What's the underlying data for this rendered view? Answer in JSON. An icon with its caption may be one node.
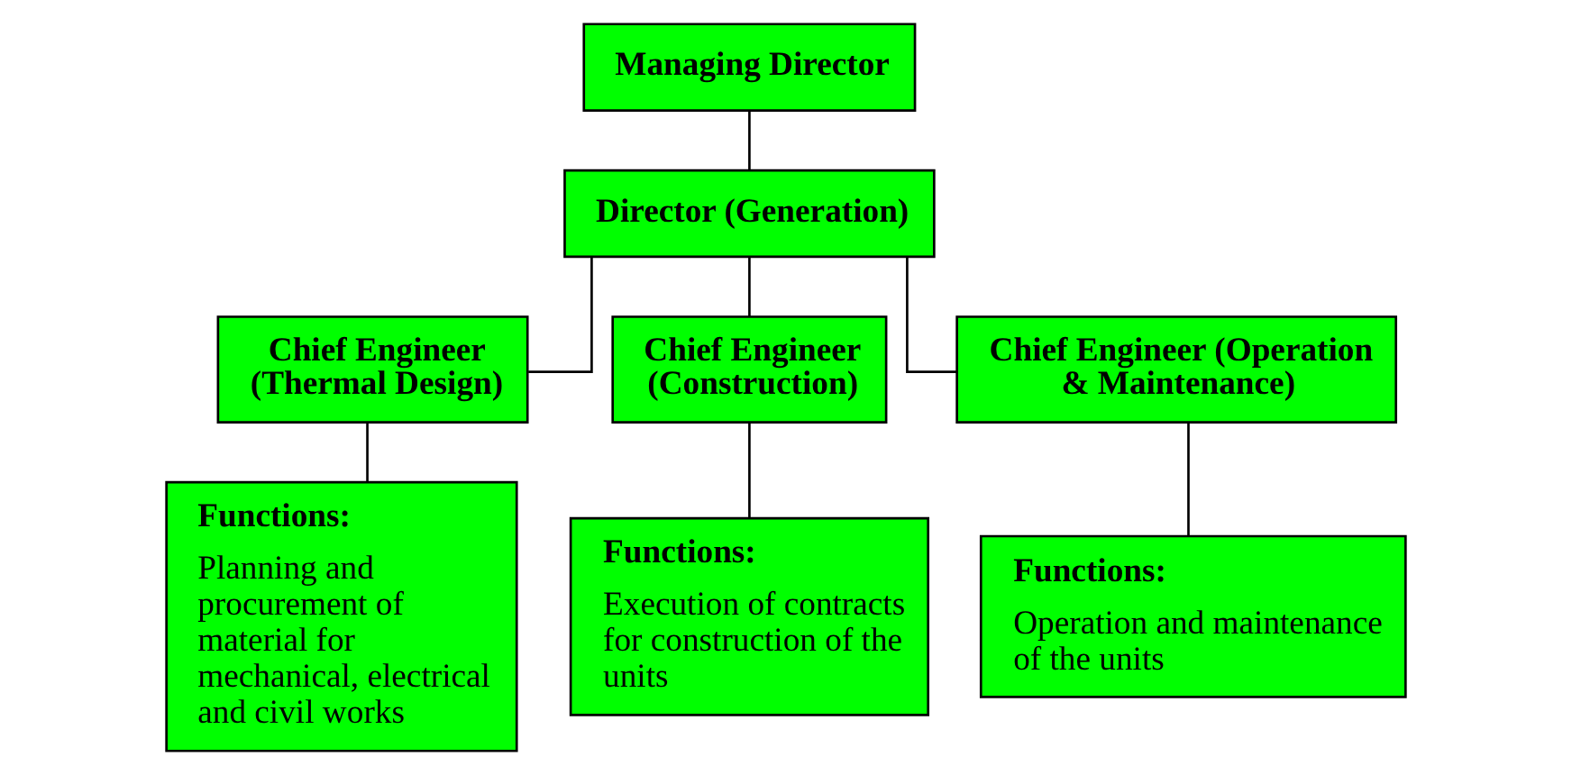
{
  "diagram": {
    "nodes": [
      {
        "text": [
          "Managing Director"
        ]
      },
      {
        "text": [
          "Director (Generation)"
        ]
      },
      {
        "text": [
          "Chief Engineer (Thermal Design)"
        ]
      },
      {
        "text": [
          "Chief Engineer (Construction)"
        ]
      },
      {
        "text": [
          "Chief Engineer (Operation & Maintenance)"
        ]
      },
      {
        "text": [
          "Functions:",
          "Planning and procurement of material for mechanical, electrical and civil works"
        ]
      },
      {
        "text": [
          "Functions:",
          "Execution of contracts for construction of the units"
        ]
      },
      {
        "text": [
          "Functions:",
          "Operation and maintenance of the units"
        ]
      }
    ],
    "edges": [
      {
        "from": 0,
        "to": 1,
        "arrow": "none"
      },
      {
        "from": 1,
        "to": 2,
        "arrow": "none"
      },
      {
        "from": 1,
        "to": 3,
        "arrow": "none"
      },
      {
        "from": 1,
        "to": 4,
        "arrow": "none"
      },
      {
        "from": 2,
        "to": 5,
        "arrow": "none"
      },
      {
        "from": 3,
        "to": 6,
        "arrow": "none"
      },
      {
        "from": 4,
        "to": 7,
        "arrow": "none"
      }
    ]
  }
}
